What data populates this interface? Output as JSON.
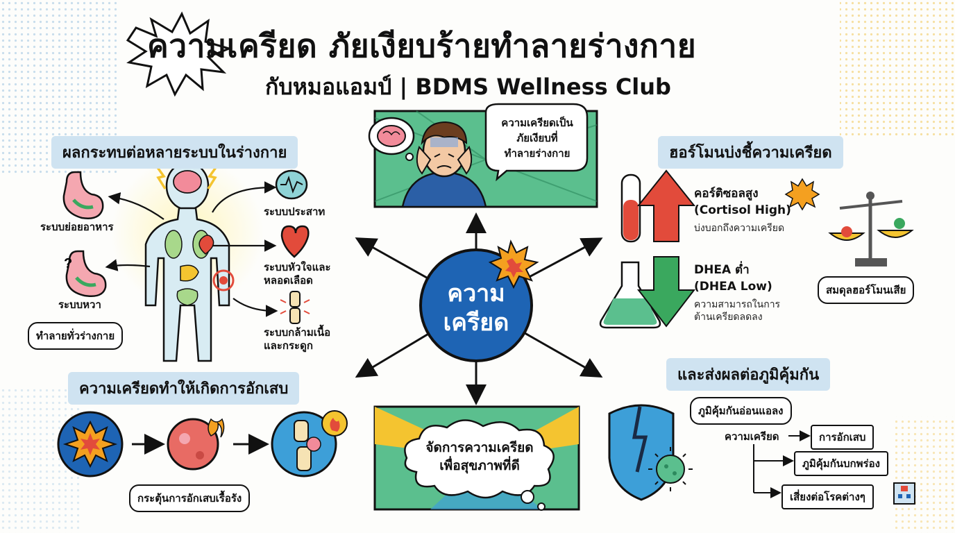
{
  "header": {
    "title": "ความเครียด ภัยเงียบร้ายทำลายร่างกาย",
    "subtitle": "กับหมอแอมป์ | BDMS Wellness Club"
  },
  "center": {
    "line1": "ความ",
    "line2": "เครียด"
  },
  "top_panel": {
    "bubble": [
      "ความเครียดเป็น",
      "ภัยเงียบที่",
      "ทำลายร่างกาย"
    ],
    "icons": [
      "brain-icon",
      "stressed-person-icon"
    ]
  },
  "bottom_panel": {
    "bubble": [
      "จัดการความเครียด",
      "เพื่อสุขภาพที่ดี"
    ]
  },
  "body_systems": {
    "heading": "ผลกระทบต่อหลายระบบในร่างกาย",
    "digestive": "ระบบย่อยอาหาร",
    "respiratory": "ระบบหวา",
    "nervous": "ระบบประสาท",
    "cardio": [
      "ระบบหัวใจและ",
      "หลอดเลือด"
    ],
    "musculo": [
      "ระบบกล้ามเนื้อ",
      "และกระดูก"
    ],
    "bubble": "ทำลายทั่วร่างกาย"
  },
  "inflammation": {
    "heading": "ความเครียดทำให้เกิดการอักเสบ",
    "bubble": "กระตุ้นการอักเสบเรื้อรัง"
  },
  "hormones": {
    "heading": "ฮอร์โมนบ่งชี้ความเครียด",
    "cortisol_title": "คอร์ติซอลสูง",
    "cortisol_en": "(Cortisol High)",
    "cortisol_desc": "บ่งบอกถึงความเครียด",
    "dhea_title": "DHEA ต่ำ",
    "dhea_en": "(DHEA Low)",
    "dhea_desc": [
      "ความสามารถในการ",
      "ต้านเครียดลดลง"
    ],
    "balance_bubble": "สมดุลฮอร์โมนเสีย"
  },
  "immune": {
    "heading": "และส่งผลต่อภูมิคุ้มกัน",
    "bubble": "ภูมิคุ้มกันอ่อนแอลง",
    "source": "ความเครียด",
    "effects": [
      "การอักเสบ",
      "ภูมิคุ้มกันบกพร่อง",
      "เสี่ยงต่อโรคต่างๆ"
    ]
  },
  "colors": {
    "blue": "#1e64b4",
    "pill": "#cfe3f1",
    "red": "#e24b3b",
    "green": "#3aa85e",
    "yellow": "#f4c430",
    "panel_green": "#5bbf8e"
  }
}
